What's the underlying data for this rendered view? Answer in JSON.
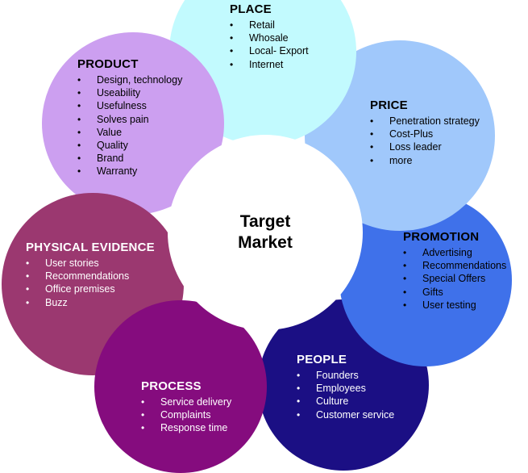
{
  "center": {
    "line1": "Target",
    "line2": "Market"
  },
  "segments": {
    "place": {
      "title": "PLACE",
      "items": [
        "Retail",
        "Whosale",
        "Local- Export",
        "Internet"
      ],
      "color": "#c2fafe"
    },
    "price": {
      "title": "PRICE",
      "items": [
        "Penetration strategy",
        "Cost-Plus",
        "Loss leader",
        "more"
      ],
      "color": "#a0c8fb"
    },
    "promotion": {
      "title": "PROMOTION",
      "items": [
        "Advertising",
        "Recommendations",
        "Special Offers",
        "Gifts",
        "User testing"
      ],
      "color": "#3f71ea"
    },
    "people": {
      "title": "PEOPLE",
      "items": [
        "Founders",
        "Employees",
        "Culture",
        "Customer service"
      ],
      "color": "#1b0f84"
    },
    "process": {
      "title": "PROCESS",
      "items": [
        "Service delivery",
        "Complaints",
        "Response time"
      ],
      "color": "#850c7e"
    },
    "physical_evidence": {
      "title": "PHYSICAL EVIDENCE",
      "items": [
        "User stories",
        "Recommendations",
        "Office premises",
        "Buzz"
      ],
      "color": "#9b3870"
    },
    "product": {
      "title": "PRODUCT",
      "items": [
        "Design, technology",
        "Useability",
        "Usefulness",
        "Solves pain",
        "Value",
        "Quality",
        "Brand",
        "Warranty"
      ],
      "color": "#cc9ff0"
    }
  }
}
